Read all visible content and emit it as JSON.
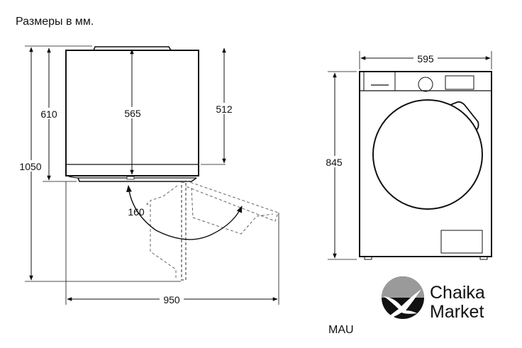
{
  "title": "Размеры в мм.",
  "side_view": {
    "dims": {
      "total_depth_door_open": "1050",
      "depth_with_door": "610",
      "body_depth": "565",
      "top_depth": "512",
      "width_door_open": "950",
      "door_angle": "160"
    },
    "degree_symbol": "°"
  },
  "front_view": {
    "dims": {
      "width": "595",
      "height": "845"
    }
  },
  "model_label": "MAU",
  "logo": {
    "line1": "Chaika",
    "line2": "Market",
    "gray": "#9a9a9a"
  }
}
